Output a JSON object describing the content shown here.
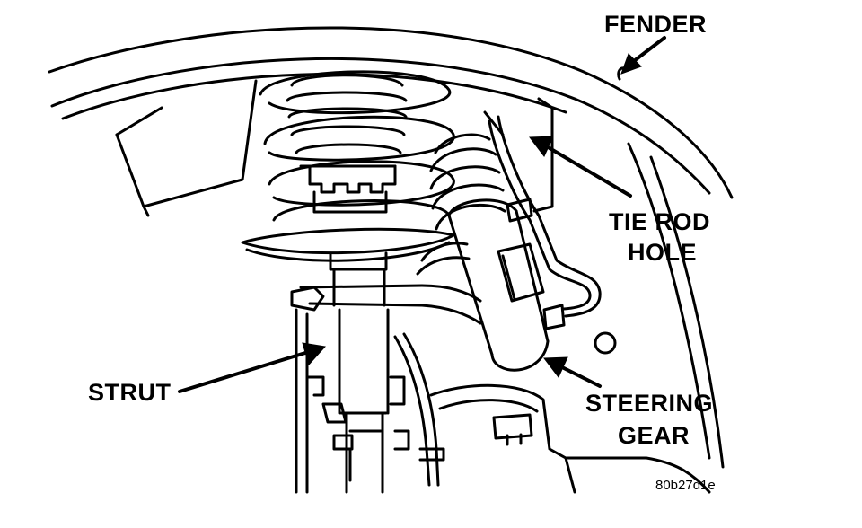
{
  "labels": {
    "fender": "FENDER",
    "tie_rod_line1": "TIE ROD",
    "tie_rod_line2": "HOLE",
    "strut": "STRUT",
    "steering_line1": "STEERING",
    "steering_line2": "GEAR"
  },
  "figure_code": "80b27d1e",
  "colors": {
    "ink": "#000000",
    "paper": "#ffffff"
  }
}
